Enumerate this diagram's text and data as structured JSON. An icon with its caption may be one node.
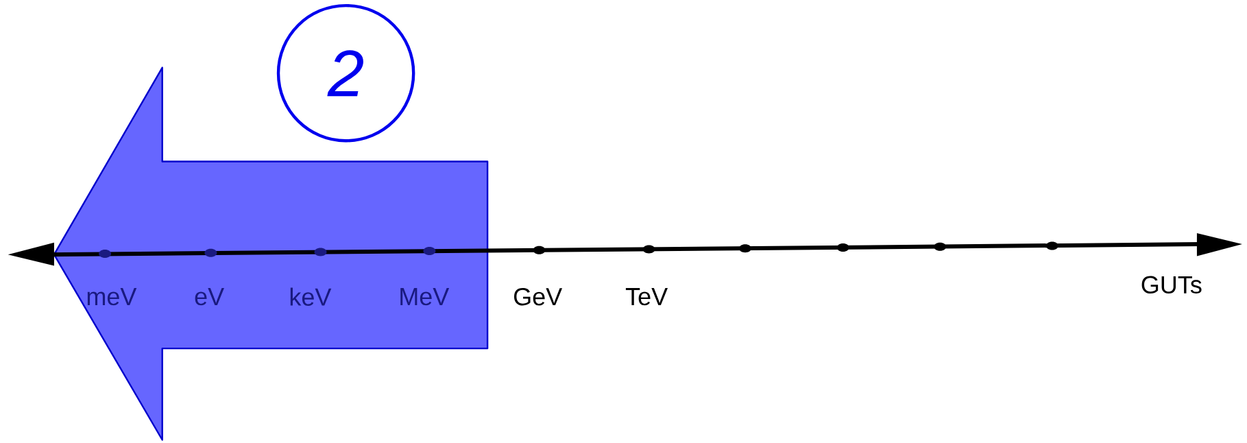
{
  "diagram": {
    "nodes": [
      {
        "text": [
          "2"
        ]
      }
    ],
    "labels": [
      "meV",
      "eV",
      "keV",
      "MeV",
      "GeV",
      "TeV",
      "GUTs"
    ]
  }
}
